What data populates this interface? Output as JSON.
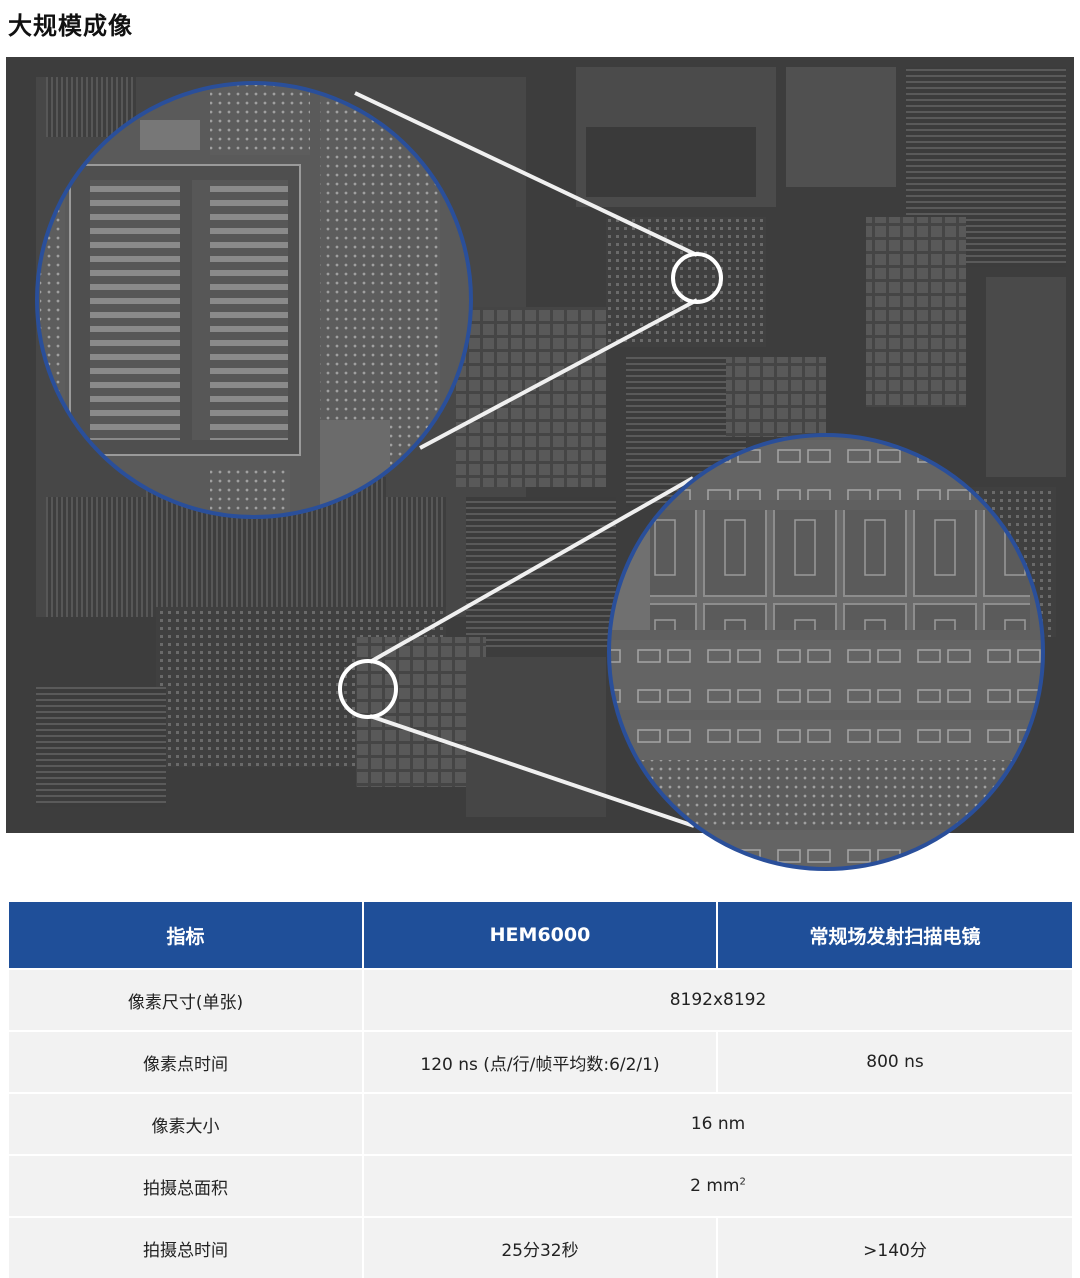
{
  "page": {
    "title": "大规模成像"
  },
  "image": {
    "alt": "大规模成像"
  },
  "table": {
    "headers": [
      "指标",
      "HEM6000",
      "常规场发射扫描电镜"
    ],
    "rows": [
      {
        "label": "像素尺寸(单张)",
        "merged": true,
        "value": "8192x8192"
      },
      {
        "label": "像素点时间",
        "merged": false,
        "hem": "120 ns (点/行/帧平均数:6/2/1)",
        "conv": "800 ns"
      },
      {
        "label": "像素大小",
        "merged": true,
        "value": "16 nm"
      },
      {
        "label": "拍摄总面积",
        "merged": true,
        "value": "2 mm",
        "sup": "2"
      },
      {
        "label": "拍摄总时间",
        "merged": false,
        "hem": "25分32秒",
        "conv": ">140分"
      }
    ]
  },
  "colors": {
    "header_bg": "#1f4f99",
    "row_bg": "#f2f2f2",
    "circle_border": "#2a4f9a"
  }
}
